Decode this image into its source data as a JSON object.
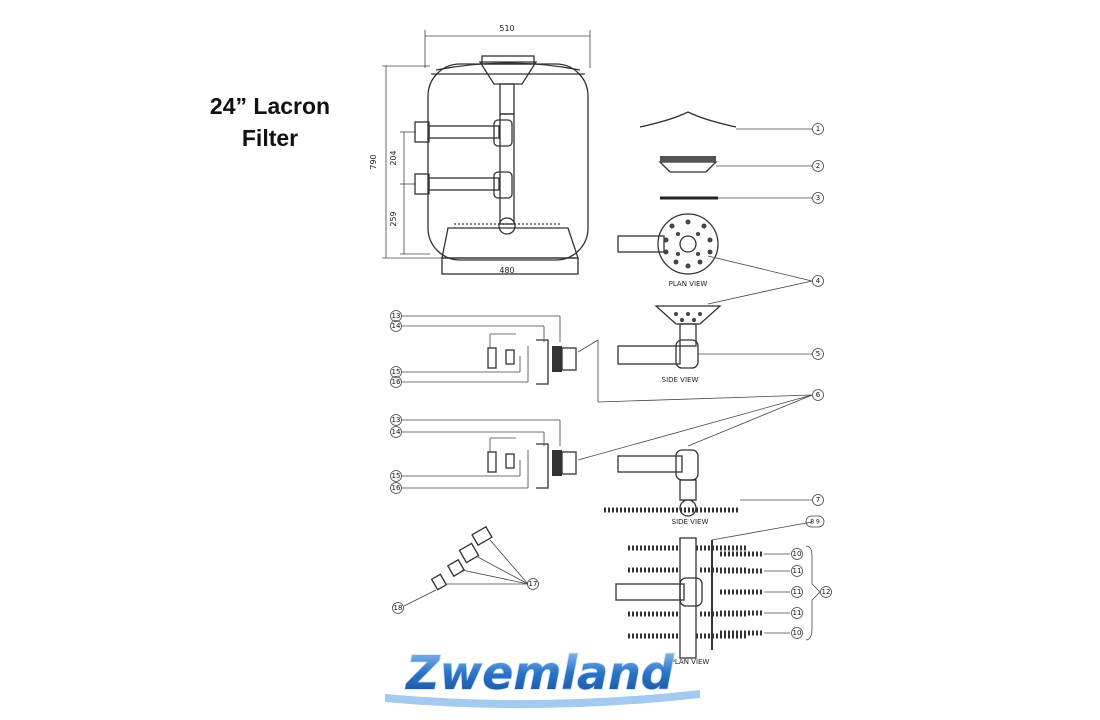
{
  "title": {
    "line1": "24” Lacron",
    "line2": "Filter"
  },
  "dimensions": {
    "top_width": "510",
    "base_width": "480",
    "height": "790",
    "upper_spacing": "204",
    "lower_spacing": "259"
  },
  "view_labels": {
    "plan_view": "PLAN VIEW",
    "side_view_1": "SIDE VIEW",
    "side_view_2": "SIDE VIEW",
    "plan_view_2": "PLAN VIEW"
  },
  "callouts": {
    "c1": "1",
    "c2": "2",
    "c3": "3",
    "c4": "4",
    "c5": "5",
    "c6": "6",
    "c7": "7",
    "c8_9": "8 9",
    "c10": "10",
    "c11": "11",
    "c12": "12",
    "c13": "13",
    "c14": "14",
    "c15": "15",
    "c16": "16",
    "c17": "17",
    "c18": "18"
  },
  "brand": {
    "name": "Zwemland",
    "color": "#2a73c9",
    "highlight": "#a9d1f5"
  }
}
